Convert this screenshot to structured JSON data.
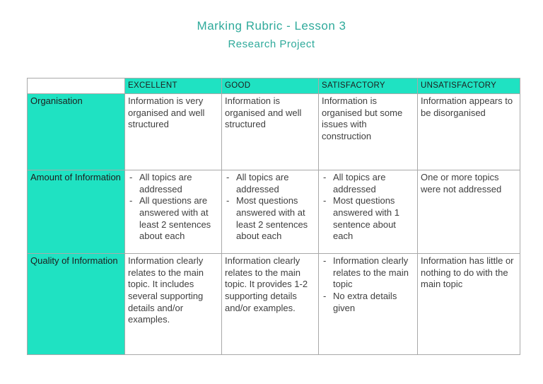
{
  "title": {
    "line1": "Marking Rubric - Lesson 3",
    "line2": "Research Project"
  },
  "colors": {
    "teal": "#1fe2c2",
    "title_text": "#2faa9b",
    "body_text": "#3f3f3f",
    "border": "#a9a9a9"
  },
  "table": {
    "headers": [
      "",
      "EXCELLENT",
      "GOOD",
      "SATISFACTORY",
      "UNSATISFACTORY"
    ],
    "rows": [
      {
        "label": "Organisation",
        "cells": [
          {
            "text": "Information is very organised and well structured"
          },
          {
            "text": "Information is organised and well structured"
          },
          {
            "text": "Information is organised but some issues with construction"
          },
          {
            "text": "Information appears to be disorganised"
          }
        ]
      },
      {
        "label": "Amount of Information",
        "cells": [
          {
            "bullets": [
              "All topics are addressed",
              "All questions are answered with at least 2 sentences about each"
            ]
          },
          {
            "bullets": [
              "All topics are addressed",
              "Most questions answered with at least 2 sentences about each"
            ]
          },
          {
            "bullets": [
              "All topics are addressed",
              "Most questions answered with 1 sentence about each"
            ]
          },
          {
            "text": "One or more topics were not addressed"
          }
        ]
      },
      {
        "label": "Quality of Information",
        "cells": [
          {
            "text": "Information clearly relates to the main topic. It includes several supporting details and/or examples."
          },
          {
            "text": "Information clearly relates to the main topic. It provides 1-2 supporting details and/or examples."
          },
          {
            "bullets": [
              "Information clearly relates to the main topic",
              "No extra details given"
            ]
          },
          {
            "text": "Information has little or nothing to do with the main topic"
          }
        ]
      }
    ]
  }
}
